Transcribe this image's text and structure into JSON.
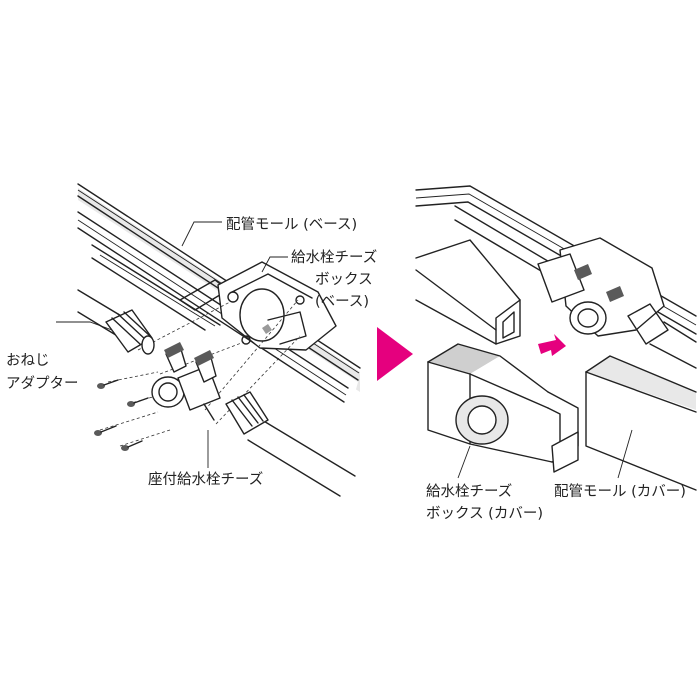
{
  "accent_color": "#e5007e",
  "left_panel": {
    "labels": {
      "pipe_mall_base": "配管モール (ベース)",
      "tee_box_base_line1": "給水栓チーズ",
      "tee_box_base_line2": "ボックス",
      "tee_box_base_line3": "(ベース)",
      "female_adapter_line1": "おねじ",
      "female_adapter_line2": "アダプター",
      "seated_tee": "座付給水栓チーズ"
    }
  },
  "right_panel": {
    "labels": {
      "tee_box_cover_line1": "給水栓チーズ",
      "tee_box_cover_line2": "ボックス (カバー)",
      "pipe_mall_cover": "配管モール (カバー)"
    }
  },
  "icons": {
    "step_arrow": "right-triangle-arrow",
    "push_arrow": "diagonal-arrow"
  }
}
